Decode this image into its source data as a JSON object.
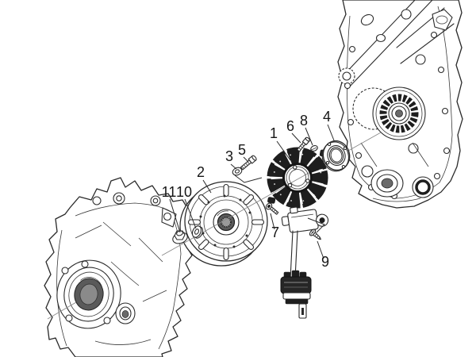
{
  "page": {
    "background_color": "#ffffff"
  },
  "diagram": {
    "kind": "exploded-parts-line-drawing",
    "subject": "engine flywheel magneto assembly between crankcase halves",
    "line_color": "#2a2a2a",
    "axis_line_color": "#8a8a8a",
    "stator_color": "#1e1e1e",
    "connector_color": "#262626",
    "bore_shade_color": "#5a5a5a",
    "callouts": [
      {
        "number": "1"
      },
      {
        "number": "2"
      },
      {
        "number": "3"
      },
      {
        "number": "4"
      },
      {
        "number": "5"
      },
      {
        "number": "6"
      },
      {
        "number": "7"
      },
      {
        "number": "8"
      },
      {
        "number": "9"
      },
      {
        "number": "10"
      },
      {
        "number": "11"
      }
    ]
  }
}
